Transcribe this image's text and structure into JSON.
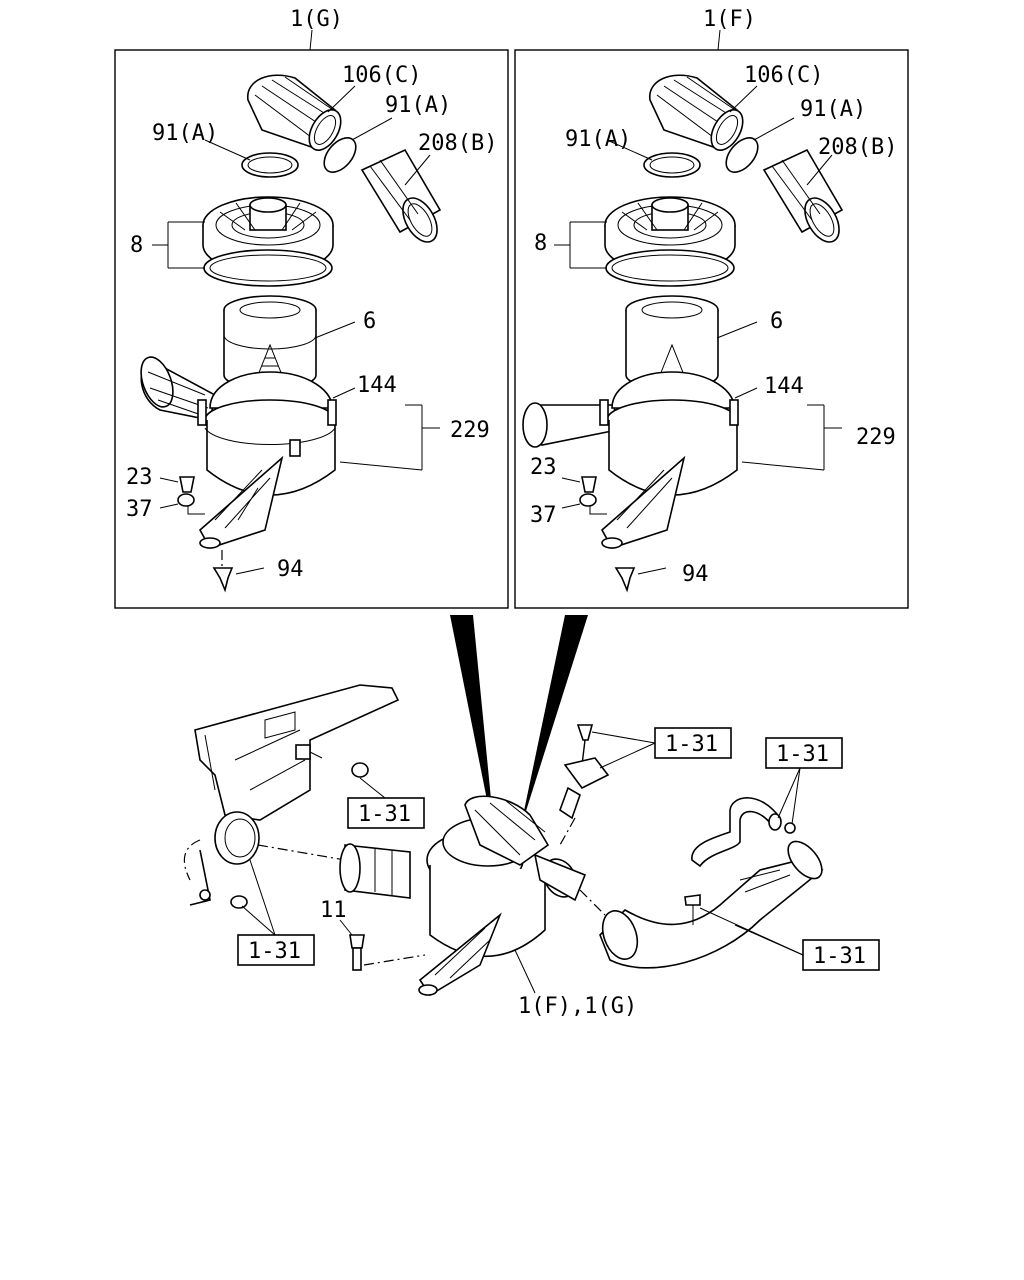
{
  "panels": {
    "left": {
      "title": "1(G)",
      "labels": {
        "p106": "106(C)",
        "p91a_top": "91(A)",
        "p91a_left": "91(A)",
        "p208": "208(B)",
        "p8": "8",
        "p6": "6",
        "p144": "144",
        "p229": "229",
        "p23": "23",
        "p37": "37",
        "p94": "94"
      }
    },
    "right": {
      "title": "1(F)",
      "labels": {
        "p106": "106(C)",
        "p91a_top": "91(A)",
        "p91a_left": "91(A)",
        "p208": "208(B)",
        "p8": "8",
        "p6": "6",
        "p144": "144",
        "p229": "229",
        "p23": "23",
        "p37": "37",
        "p94": "94"
      }
    }
  },
  "assembly": {
    "ref_tl": "1-31",
    "ref_tr_a": "1-31",
    "ref_tr_b": "1-31",
    "ref_bl": "1-31",
    "ref_br": "1-31",
    "p11": "11",
    "main_label": "1(F),1(G)"
  }
}
